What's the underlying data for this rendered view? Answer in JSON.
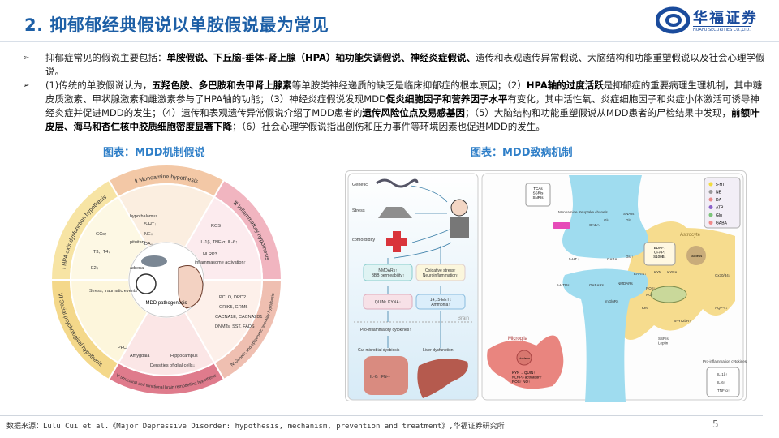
{
  "header": {
    "title": "2. 抑郁郁经典假说以单胺假说最为常见",
    "logo_cn": "华福证券",
    "logo_en": "HUAFU SECURITIES CO.,LTD."
  },
  "bullets": [
    {
      "segments": [
        {
          "t": "抑郁症常见的假说主要包括：",
          "b": false
        },
        {
          "t": "单胺假说、下丘脑-垂体-肾上腺（HPA）轴功能失调假说、神经炎症假说、",
          "b": true
        },
        {
          "t": "遗传和表观遗传异常假说、大脑结构和功能重塑假说以及社会心理学假说。",
          "b": false
        }
      ]
    },
    {
      "segments": [
        {
          "t": "(1)传统的单胺假说认为，",
          "b": false
        },
        {
          "t": "五羟色胺、多巴胺和去甲肾上腺素",
          "b": true
        },
        {
          "t": "等单胺类神经递质的缺乏是临床抑郁症的根本原因；（2）",
          "b": false
        },
        {
          "t": "HPA轴的过度活跃",
          "b": true
        },
        {
          "t": "是抑郁症的重要病理生理机制，其中糖皮质激素、甲状腺激素和雌激素参与了HPA轴的功能；（3）神经炎症假说发现MDD",
          "b": false
        },
        {
          "t": "促炎细胞因子和营养因子水平",
          "b": true
        },
        {
          "t": "有变化，其中活性氧、炎症细胞因子和炎症小体激活可诱导神经炎症并促进MDD的发生；（4）遗传和表观遗传异常假说介绍了MDD患者的",
          "b": false
        },
        {
          "t": "遗传风险位点及易感基因",
          "b": true
        },
        {
          "t": "；（5）大脑结构和功能重塑假说从MDD患者的尸检结果中发现，",
          "b": false
        },
        {
          "t": "前额叶皮层、海马和杏仁核中胶质细胞密度显著下降",
          "b": true
        },
        {
          "t": "；（6）社会心理学假说指出创伤和压力事件等环境因素也促进MDD的发生。",
          "b": false
        }
      ]
    }
  ],
  "captions": {
    "left": "图表：MDD机制假说",
    "right": "图表：MDD致病机制"
  },
  "wheel": {
    "center": "MDD pathogenesis",
    "sectors": [
      {
        "label": "Ⅱ Monoamine hypothesis",
        "color": "#f3c8a6",
        "inner": "#fbeee0",
        "items": [
          "5-HT↓",
          "NE↓",
          "DA↓"
        ]
      },
      {
        "label": "Ⅲ Inflammatory hypothesis",
        "color": "#f1b5c0",
        "inner": "#fcebee",
        "items": [
          "ROS↑",
          "IL-1β, TNF-α, IL-6↑",
          "NLRP3",
          "inflammasome activation↑"
        ]
      },
      {
        "label": "Ⅳ Genetic and epigenetic anomaly hypothesis",
        "color": "#efbfb1",
        "inner": "#fdf0ea",
        "items": [
          "PCLO, DRD2",
          "GRIK5, GRM5",
          "CACNA1E, CACNA2D1",
          "DNMTs, SST, FADS"
        ]
      },
      {
        "label": "Ⅴ Structural and functional brain remodelling hypothesis",
        "color": "#df7b8c",
        "inner": "#fbe6e6",
        "items": [
          "PFC",
          "Amygdala",
          "Hippocampus",
          "Densities of glial cells↓"
        ]
      },
      {
        "label": "Ⅵ Social psychological hypothesis",
        "color": "#f4d88a",
        "inner": "#fdf6dc",
        "items": [
          "Stress, traumatic events"
        ]
      },
      {
        "label": "Ⅰ HPA axis dysfunction hypothesis",
        "color": "#f7e4a4",
        "inner": "#fdf8e4",
        "items": [
          "hypothalamus",
          "GCs↑",
          "pituitary",
          "T3、T4↓",
          "E2↓",
          "adrenal"
        ]
      }
    ]
  },
  "pathway": {
    "risks": [
      "Genetic",
      "Stress",
      "comorbidity"
    ],
    "boxes": [
      "NMDARs↑\nBBB permeability↑",
      "Oxidative stress↑\nNeuroinflammation↑",
      "QUIN↑   KYNA↓",
      "14,15-EET↓\nAmmonia↑"
    ],
    "brain": "Brain",
    "cytokines": "Pro-inflammatory cytokines↑",
    "gut": "Gut microbial dysbiosis",
    "liver": "Liver dysfunction",
    "gut_inner": "IL-6↑ IFN-γ"
  },
  "synapse": {
    "drugs": "TCAs\nSSRIs\nSNRIs",
    "labels": [
      "Monoamine Reuptake chanels",
      "GABA",
      "Glu",
      "Gln",
      "SNATs",
      "5-HT↓",
      "GABA↑",
      "Glu↑",
      "EAATs↓",
      "5-HTRs",
      "GABARs",
      "NMDARs",
      "mGluRs",
      "Ket"
    ],
    "astrocyte": "Astrocyte",
    "astro_box": "BDNF↓\nGFAP↓\nS100B↓",
    "nucleus": "Nucleus",
    "astro_labels": [
      "KYN → KYNA↓",
      "Cx30/34↓",
      "AQP-4↓",
      "ROS↑",
      "NO↑",
      "5-HT2bR↑",
      "SSRIs\nLeptin",
      "Pro-inflammation cytokines"
    ],
    "microglia": "Microglia",
    "microglia_text": "KYN →QUIN↑\nNLRP3 activation↑\nROS↑  NO↑",
    "legend": [
      {
        "name": "5-HT",
        "color": "#f2dc3c"
      },
      {
        "name": "NE",
        "color": "#9a9a9a"
      },
      {
        "name": "DA",
        "color": "#e88a8a"
      },
      {
        "name": "ATP",
        "color": "#8b62c9"
      },
      {
        "name": "Glu",
        "color": "#7cc47a"
      },
      {
        "name": "GABA",
        "color": "#f08a8a"
      }
    ],
    "cytokine_legend": [
      "IL-1β↑",
      "IL-6↑",
      "TNF-α↑"
    ]
  },
  "footer": {
    "source": "数据来源：Lulu Cui et al.《Major Depressive Disorder: hypothesis, mechanism, prevention and treatment》,华福证券研究所",
    "page": "5"
  }
}
